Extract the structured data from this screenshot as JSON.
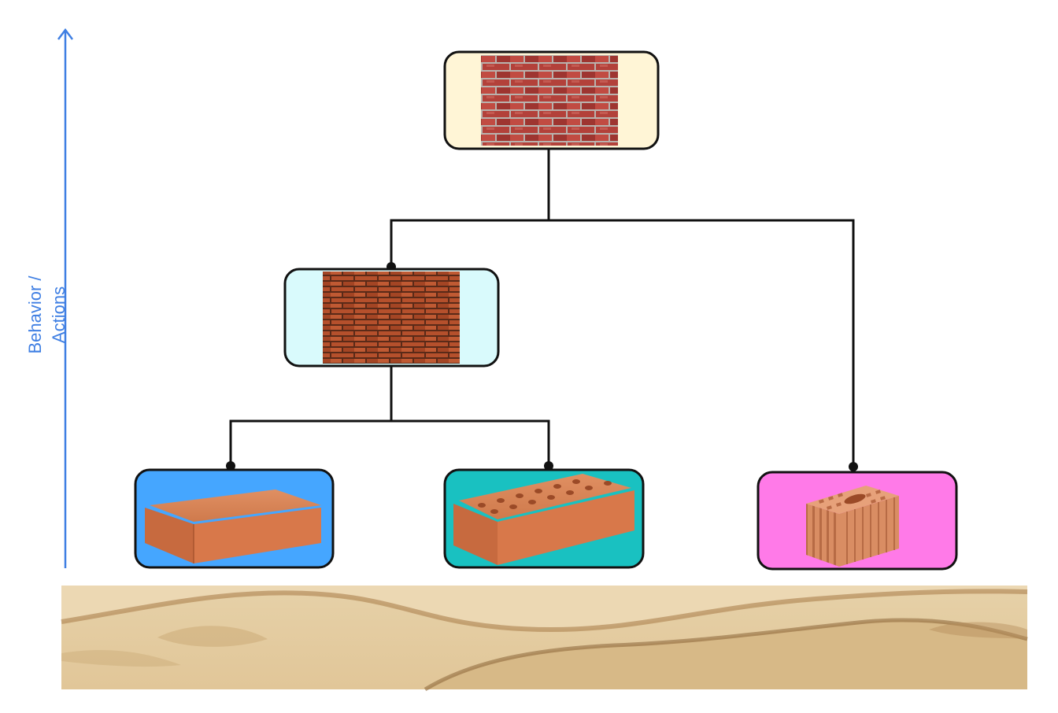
{
  "axis": {
    "label": "Behavior / Actions",
    "color": "#3f7fe3"
  },
  "nodes": [
    {
      "id": "wall-aged",
      "depicts": "aged red brick wall",
      "fill": "#fff5d6"
    },
    {
      "id": "wall-orange",
      "depicts": "orange brick wall",
      "fill": "#d9fafc"
    },
    {
      "id": "brick-solid",
      "depicts": "solid clay brick",
      "fill": "#45a6ff"
    },
    {
      "id": "brick-perforated",
      "depicts": "perforated clay brick",
      "fill": "#19c1c1"
    },
    {
      "id": "block-hollow",
      "depicts": "hollow clay block",
      "fill": "#ff7ae8"
    }
  ],
  "edges": [
    [
      "wall-aged",
      "wall-orange"
    ],
    [
      "wall-aged",
      "block-hollow"
    ],
    [
      "wall-orange",
      "brick-solid"
    ],
    [
      "wall-orange",
      "brick-perforated"
    ]
  ],
  "ground": {
    "depicts": "sand"
  }
}
